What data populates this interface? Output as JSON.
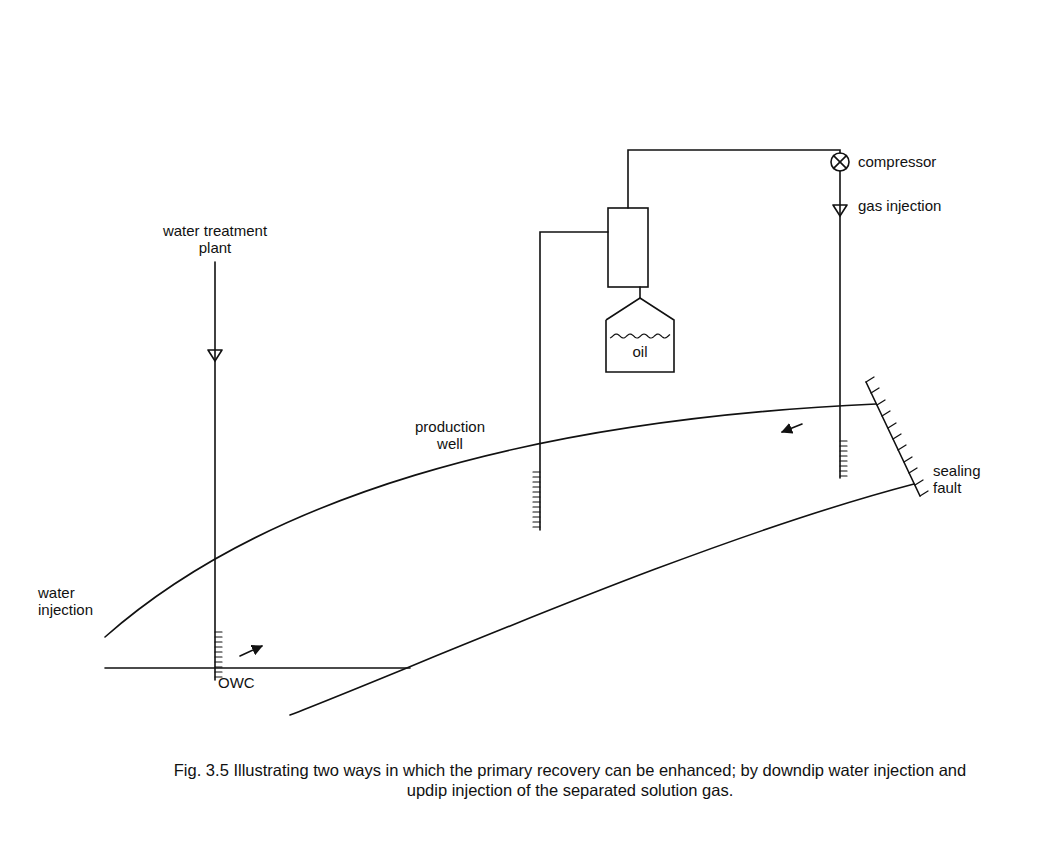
{
  "diagram": {
    "caption": "Fig. 3.5 Illustrating two ways in which the primary recovery can be enhanced; by downdip water injection and updip injection of the separated solution gas.",
    "nodes": [
      {
        "text": [
          "oil"
        ]
      }
    ],
    "labels": [
      "compressor",
      "gas injection",
      "water treatment plant",
      "production well",
      "sealing fault",
      "water injection",
      "OWC"
    ]
  }
}
